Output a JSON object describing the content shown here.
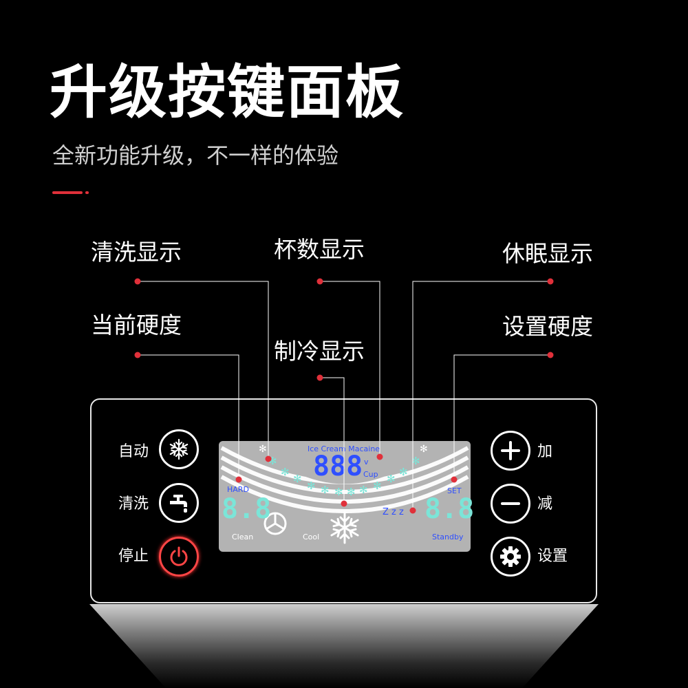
{
  "header": {
    "title": "升级按键面板",
    "subtitle": "全新功能升级，不一样的体验"
  },
  "callouts": {
    "clean_display": "清洗显示",
    "cup_display": "杯数显示",
    "sleep_display": "休眠显示",
    "current_hardness": "当前硬度",
    "cooling_display": "制冷显示",
    "set_hardness": "设置硬度"
  },
  "panel": {
    "left_buttons": [
      {
        "label": "自动",
        "icon": "snowflake-icon"
      },
      {
        "label": "清洗",
        "icon": "faucet-icon"
      },
      {
        "label": "停止",
        "icon": "power-icon"
      }
    ],
    "right_buttons": [
      {
        "label": "加",
        "icon": "plus-icon"
      },
      {
        "label": "减",
        "icon": "minus-icon"
      },
      {
        "label": "设置",
        "icon": "gear-icon"
      }
    ]
  },
  "display": {
    "brand_text": "Ice Cream Macaine",
    "cup_digits": "888",
    "cup_unit": "Cup",
    "v_mark": "v",
    "hard_label": "HARD",
    "set_label": "SET",
    "left_digits": "8.8",
    "right_digits": "8.8",
    "clean_label": "Clean",
    "cool_label": "Cool",
    "standby_label": "Standby",
    "sleep_marks": "Z z z"
  },
  "colors": {
    "accent": "#e0303a",
    "lcd_cyan": "#7be5d8",
    "lcd_blue": "#2f4fff",
    "stop_red": "#ff4545"
  }
}
